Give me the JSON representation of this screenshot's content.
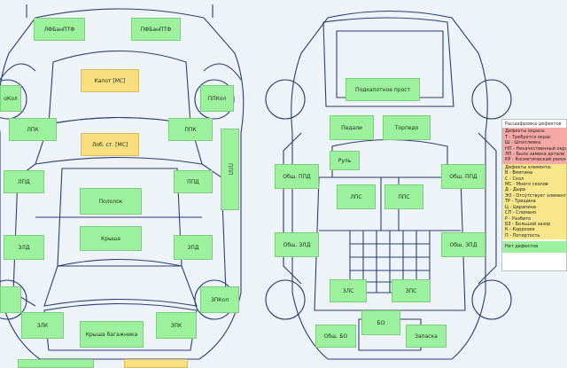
{
  "zones": {
    "lf_pt": "ЛФБанПТФ",
    "rf_pt": "ПФБанПТФ",
    "hood": "Капот [МС]",
    "windshield": "Лоб. ст. [МС]",
    "lf_wing": "оКол",
    "rf_wing_col": "ППКол",
    "lf_pillar": "ЛПК",
    "rf_pillar": "ППК",
    "lf_door": "ЛПД",
    "rf_door": "ППД",
    "r_sill": "ППП",
    "floor": "Пололок",
    "roof": "Крыша",
    "lr_door": "ЗЛД",
    "rr_door": "ЗПД",
    "rr_wheel": "ЗПКол",
    "lr_wheel_l": "",
    "lr_panel": "ЗЛК",
    "rr_panel": "ЗПК",
    "trunk_roof": "Крыша багажника",
    "under_hood": "Подкапотное прост",
    "pedals": "Педали",
    "torpedo": "Торпедо",
    "steering": "Руль",
    "lf_door_trim": "Обш. ППД",
    "rf_door_trim": "Обш. ППД",
    "lps": "ЛПС",
    "pps": "ППС",
    "lr_door_trim": "Обш. ЗЛД",
    "rr_door_trim": "Обш. ЗПД",
    "zls": "ЗЛС",
    "zps": "ЗПС",
    "bo": "БО",
    "bo_trim": "Обш. БО",
    "spare": "Запаска"
  },
  "legend": {
    "title": "Расшифровка дефектов",
    "paint_header": "Дефекты окраса:",
    "paint_items": [
      "Т - Требуется окрас",
      "Ш - Шпатлевка",
      "НП - Некачественный окрас",
      "ЛП - Была замена детали",
      "КР - Косметический ремонт"
    ],
    "body_header": "Дефекты элемента:",
    "body_items": [
      "В - Вмятина",
      "С - Скол",
      "МС - Много сколов",
      "Д - Дыра",
      "ЭО - Отсутствует элемент",
      "ТР - Трещина",
      "Ц - Царапина",
      "СП - Сломано",
      "Р - Разбито",
      "БЗ - Большой зазор",
      "К - Коррозия",
      "П - Потертость"
    ],
    "ok_label": "Нет дефектов"
  },
  "colors": {
    "ok": "#9cf29c",
    "warn": "#f7de7f",
    "paint_defect": "#f6a8a4",
    "body_defect": "#f7e68a",
    "outline": "#2c3e7a"
  }
}
